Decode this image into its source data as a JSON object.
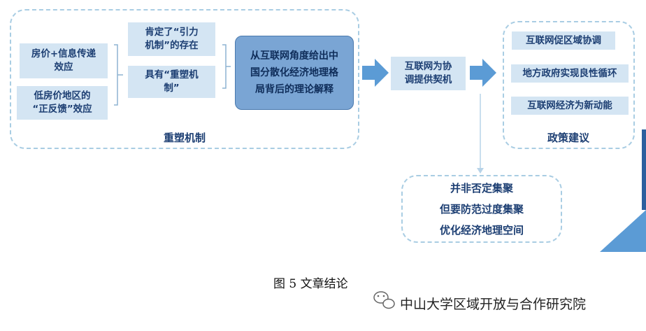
{
  "left_group": {
    "title": "重塑机制",
    "box_a": "房价+信息传递\n效应",
    "box_b": "低房价地区的\n“正反馈”效应",
    "box_c": "肯定了“引力\n机制”的存在",
    "box_d": "具有“重塑机\n制”",
    "box_main": "从互联网角度给出中\n国分散化经济地理格\n局背后的理论解释"
  },
  "middle_box": "互联网为协\n调提供契机",
  "right_group": {
    "title": "政策建议",
    "items": [
      "互联网促区域协调",
      "地方政府实现良性循环",
      "互联网经济为新动能"
    ]
  },
  "bottom_box": [
    "并非否定集聚",
    "但要防范过度集聚",
    "优化经济地理空间"
  ],
  "caption": "图 5  文章结论",
  "watermark": "中山大学区域开放与合作研究院",
  "colors": {
    "box_fill": "#d4e5f3",
    "main_fill": "#7aa5d4",
    "arrow": "#5b9bd5",
    "dashed_border": "#a9cde3",
    "text": "#1d3f73"
  }
}
